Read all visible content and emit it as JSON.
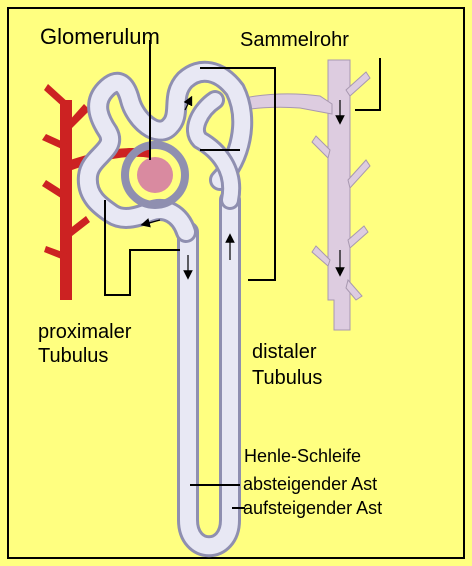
{
  "colors": {
    "background": "#ffff80",
    "frame": "#000000",
    "blood_vessel": "#cc2222",
    "tubule_fill": "#e8e8f4",
    "tubule_outline": "#8f8fb0",
    "collecting_duct": "#ddcce0",
    "collecting_duct_outline": "#a898b0",
    "glomerulus": "#d98aa0",
    "leader_line": "#000000"
  },
  "labels": {
    "glomerulum": "Glomerulum",
    "sammelrohr": "Sammelrohr",
    "proximaler_line1": "proximaler",
    "proximaler_line2": "Tubulus",
    "distaler_line1": "distaler",
    "distaler_line2": "Tubulus",
    "henle": "Henle-Schleife",
    "absteigender": "absteigender Ast",
    "aufsteigender": "aufsteigender Ast"
  }
}
